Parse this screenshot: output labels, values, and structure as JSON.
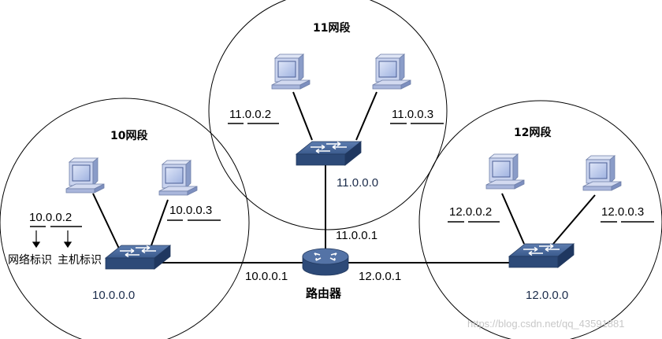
{
  "segments": {
    "seg10": {
      "title": "10网段",
      "net": "10.0.0.0",
      "host1": "10.0.0.2",
      "host2": "10.0.0.3"
    },
    "seg11": {
      "title": "11网段",
      "net": "11.0.0.0",
      "host1": "11.0.0.2",
      "host2": "11.0.0.3"
    },
    "seg12": {
      "title": "12网段",
      "net": "12.0.0.0",
      "host1": "12.0.0.2",
      "host2": "12.0.0.3"
    }
  },
  "router": {
    "label": "路由器",
    "if10": "10.0.0.1",
    "if11": "11.0.0.1",
    "if12": "12.0.0.1"
  },
  "annotations": {
    "network_id": "网络标识",
    "host_id": "主机标识"
  },
  "watermark": "https://blog.csdn.net/qq_43591881",
  "colors": {
    "device_dark": "#2f4f7f",
    "device_light": "#c7d2ea",
    "monitor_screen": "#b8c8ee",
    "line": "#000000"
  }
}
